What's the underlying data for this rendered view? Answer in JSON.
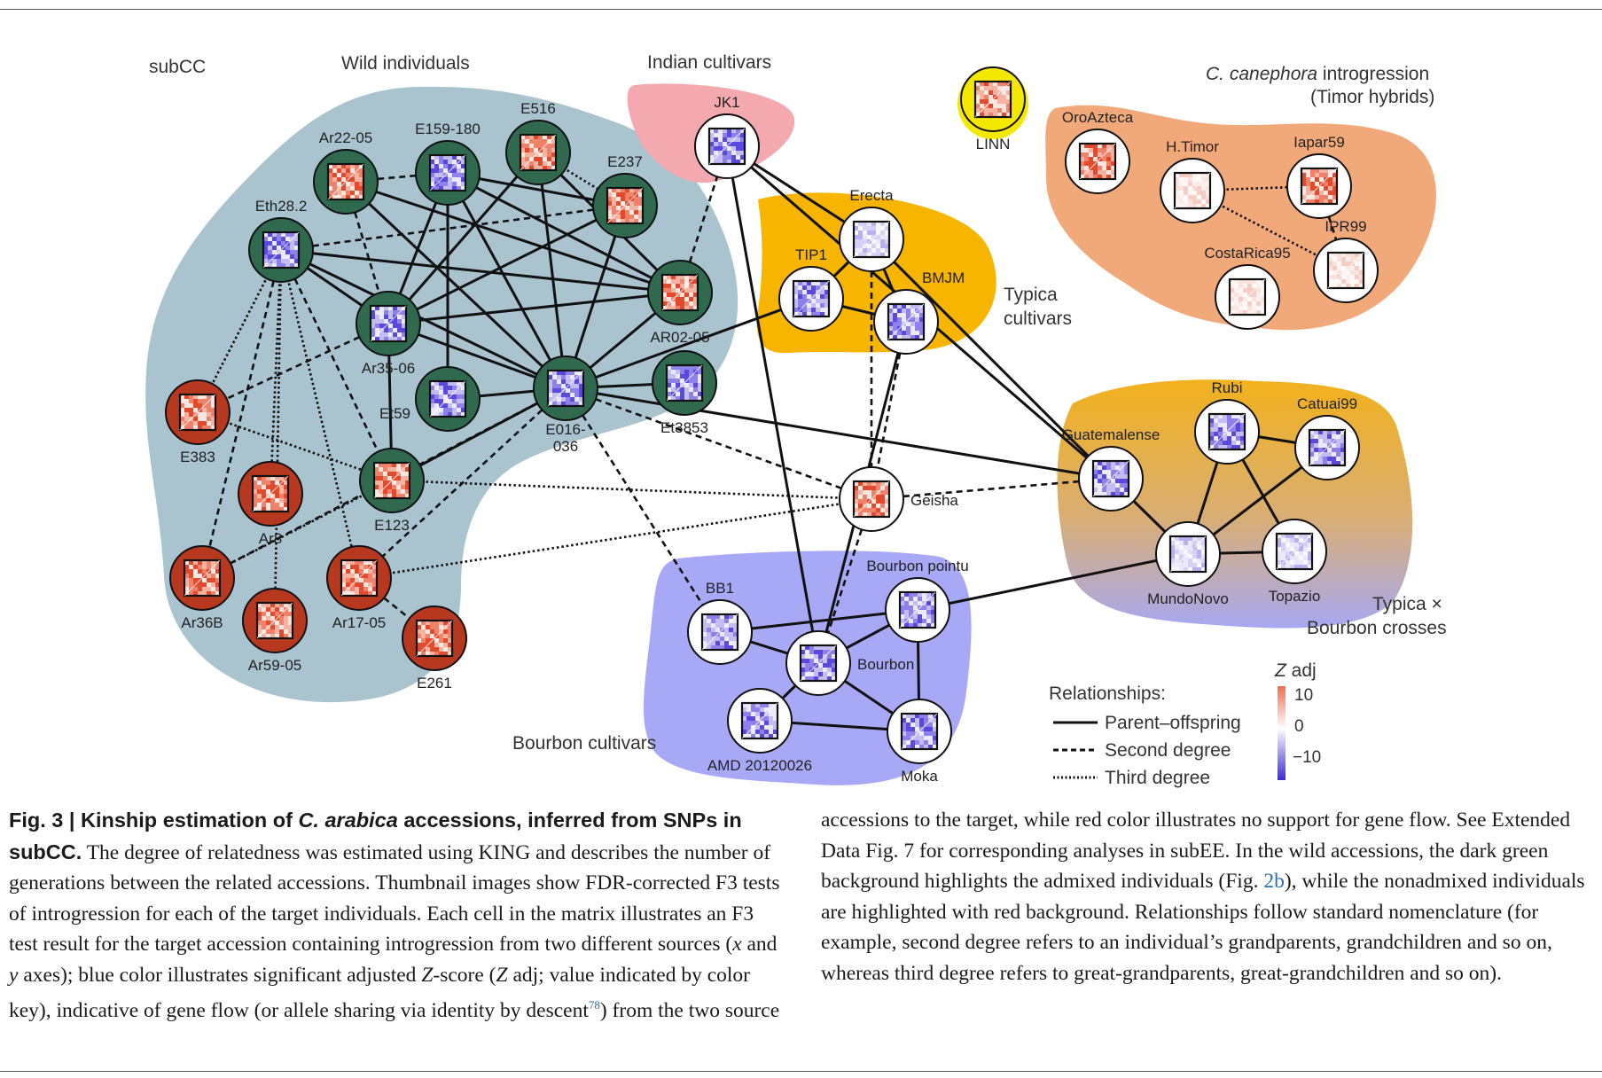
{
  "groups": {
    "subcc": "subCC",
    "wild": "Wild individuals",
    "indian": "Indian cultivars",
    "canephora_italic": "C. canephora",
    "canephora_rest": " introgression",
    "canephora_line2": "(Timor hybrids)",
    "typica_1": "Typica",
    "typica_2": "cultivars",
    "bourbon": "Bourbon cultivars",
    "crosses_1": "Typica ×",
    "crosses_2": "Bourbon crosses"
  },
  "nodes": [
    {
      "id": "E159-180",
      "label": "E159-180",
      "ring": "#2f6a4f",
      "matrix": "blue"
    },
    {
      "id": "E516",
      "label": "E516",
      "ring": "#2f6a4f",
      "matrix": "red"
    },
    {
      "id": "Ar22-05",
      "label": "Ar22-05",
      "ring": "#2f6a4f",
      "matrix": "red"
    },
    {
      "id": "E237",
      "label": "E237",
      "ring": "#2f6a4f",
      "matrix": "red"
    },
    {
      "id": "Eth28.2",
      "label": "Eth28.2",
      "ring": "#2f6a4f",
      "matrix": "blue"
    },
    {
      "id": "Ar35-06",
      "label": "Ar35-06",
      "ring": "#2f6a4f",
      "matrix": "blue"
    },
    {
      "id": "AR02-05",
      "label": "AR02-05",
      "ring": "#2f6a4f",
      "matrix": "red"
    },
    {
      "id": "Et59",
      "label": "Et59",
      "ring": "#2f6a4f",
      "matrix": "blue"
    },
    {
      "id": "E016",
      "label": "E016-\n036",
      "ring": "#2f6a4f",
      "matrix": "blue"
    },
    {
      "id": "Et3853",
      "label": "Et3853",
      "ring": "#2f6a4f",
      "matrix": "blue"
    },
    {
      "id": "E123",
      "label": "E123",
      "ring": "#2f6a4f",
      "matrix": "red"
    },
    {
      "id": "E383",
      "label": "E383",
      "ring": "#b5381f",
      "matrix": "red"
    },
    {
      "id": "Ar8",
      "label": "Ar8",
      "ring": "#b5381f",
      "matrix": "red"
    },
    {
      "id": "Ar36B",
      "label": "Ar36B",
      "ring": "#b5381f",
      "matrix": "red"
    },
    {
      "id": "Ar59-05",
      "label": "Ar59-05",
      "ring": "#b5381f",
      "matrix": "red"
    },
    {
      "id": "Ar17-05",
      "label": "Ar17-05",
      "ring": "#b5381f",
      "matrix": "red"
    },
    {
      "id": "E261",
      "label": "E261",
      "ring": "#b5381f",
      "matrix": "red"
    },
    {
      "id": "JK1",
      "label": "JK1",
      "ring": "#ffffff",
      "matrix": "blue"
    },
    {
      "id": "LINN",
      "label": "LINN",
      "ring": "#f5e800",
      "matrix": "red"
    },
    {
      "id": "OroAzteca",
      "label": "OroAzteca",
      "ring": "#ffffff",
      "matrix": "red"
    },
    {
      "id": "H.Timor",
      "label": "H.Timor",
      "ring": "#ffffff",
      "matrix": "pale"
    },
    {
      "id": "Iapar59",
      "label": "Iapar59",
      "ring": "#ffffff",
      "matrix": "red"
    },
    {
      "id": "CostaRica95",
      "label": "CostaRica95",
      "ring": "#ffffff",
      "matrix": "pale"
    },
    {
      "id": "IPR99",
      "label": "IPR99",
      "ring": "#ffffff",
      "matrix": "pale"
    },
    {
      "id": "Erecta",
      "label": "Erecta",
      "ring": "#ffffff",
      "matrix": "paleblue"
    },
    {
      "id": "TIP1",
      "label": "TIP1",
      "ring": "#ffffff",
      "matrix": "blue"
    },
    {
      "id": "BMJM",
      "label": "BMJM",
      "ring": "#ffffff",
      "matrix": "blue"
    },
    {
      "id": "Geisha",
      "label": "Geisha",
      "ring": "#ffffff",
      "matrix": "red"
    },
    {
      "id": "Guatemalense",
      "label": "Guatemalense",
      "ring": "#ffffff",
      "matrix": "blue"
    },
    {
      "id": "Rubi",
      "label": "Rubi",
      "ring": "#ffffff",
      "matrix": "blue"
    },
    {
      "id": "Catuai99",
      "label": "Catuai99",
      "ring": "#ffffff",
      "matrix": "blue"
    },
    {
      "id": "MundoNovo",
      "label": "MundoNovo",
      "ring": "#ffffff",
      "matrix": "paleblue"
    },
    {
      "id": "Topazio",
      "label": "Topazio",
      "ring": "#ffffff",
      "matrix": "paleblue"
    },
    {
      "id": "BB1",
      "label": "BB1",
      "ring": "#ffffff",
      "matrix": "blue"
    },
    {
      "id": "Bourbon pointu",
      "label": "Bourbon pointu",
      "ring": "#ffffff",
      "matrix": "blue"
    },
    {
      "id": "Bourbon",
      "label": "Bourbon",
      "ring": "#ffffff",
      "matrix": "blue"
    },
    {
      "id": "AMD 20120026",
      "label": "AMD 20120026",
      "ring": "#ffffff",
      "matrix": "blue"
    },
    {
      "id": "Moka",
      "label": "Moka",
      "ring": "#ffffff",
      "matrix": "blue"
    }
  ],
  "edges": [
    [
      "E159-180",
      "Ar35-06",
      "parent"
    ],
    [
      "E159-180",
      "E016",
      "parent"
    ],
    [
      "E159-180",
      "AR02-05",
      "parent"
    ],
    [
      "E159-180",
      "E237",
      "parent"
    ],
    [
      "E159-180",
      "Et59",
      "parent"
    ],
    [
      "E159-180",
      "Ar22-05",
      "second"
    ],
    [
      "E516",
      "Ar35-06",
      "parent"
    ],
    [
      "E516",
      "E016",
      "parent"
    ],
    [
      "E516",
      "AR02-05",
      "parent"
    ],
    [
      "E516",
      "E237",
      "third"
    ],
    [
      "Ar22-05",
      "E016",
      "parent"
    ],
    [
      "Ar22-05",
      "AR02-05",
      "parent"
    ],
    [
      "Ar22-05",
      "Ar35-06",
      "second"
    ],
    [
      "E237",
      "Ar35-06",
      "parent"
    ],
    [
      "E237",
      "E016",
      "parent"
    ],
    [
      "E237",
      "Eth28.2",
      "second"
    ],
    [
      "Eth28.2",
      "E016",
      "parent"
    ],
    [
      "Eth28.2",
      "AR02-05",
      "parent"
    ],
    [
      "Eth28.2",
      "Ar35-06",
      "parent"
    ],
    [
      "Eth28.2",
      "E383",
      "third"
    ],
    [
      "Eth28.2",
      "Ar8",
      "third"
    ],
    [
      "Eth28.2",
      "Ar36B",
      "second"
    ],
    [
      "Eth28.2",
      "Ar59-05",
      "third"
    ],
    [
      "Eth28.2",
      "E123",
      "second"
    ],
    [
      "Eth28.2",
      "Ar17-05",
      "third"
    ],
    [
      "Ar35-06",
      "AR02-05",
      "parent"
    ],
    [
      "Ar35-06",
      "E016",
      "parent"
    ],
    [
      "Ar35-06",
      "E383",
      "second"
    ],
    [
      "Ar35-06",
      "E123",
      "parent"
    ],
    [
      "Et59",
      "E016",
      "parent"
    ],
    [
      "AR02-05",
      "E016",
      "parent"
    ],
    [
      "Et3853",
      "E016",
      "parent"
    ],
    [
      "E016",
      "E123",
      "parent"
    ],
    [
      "E016",
      "Ar17-05",
      "second"
    ],
    [
      "E016",
      "Ar36B",
      "second"
    ],
    [
      "E016",
      "BB1",
      "second"
    ],
    [
      "E016",
      "Geisha",
      "second"
    ],
    [
      "E016",
      "TIP1",
      "parent"
    ],
    [
      "E016",
      "Guatemalense",
      "parent"
    ],
    [
      "E383",
      "E123",
      "third"
    ],
    [
      "Ar17-05",
      "E261",
      "second"
    ],
    [
      "E123",
      "Geisha",
      "third"
    ],
    [
      "Ar17-05",
      "Geisha",
      "third"
    ],
    [
      "E123",
      "Ar36B",
      "third"
    ],
    [
      "AR02-05",
      "JK1",
      "second"
    ],
    [
      "JK1",
      "Erecta",
      "parent"
    ],
    [
      "JK1",
      "Bourbon",
      "parent"
    ],
    [
      "JK1",
      "Guatemalense",
      "parent"
    ],
    [
      "TIP1",
      "Erecta",
      "parent"
    ],
    [
      "TIP1",
      "BMJM",
      "parent"
    ],
    [
      "Erecta",
      "BMJM",
      "parent"
    ],
    [
      "BMJM",
      "Bourbon",
      "parent"
    ],
    [
      "BMJM",
      "Geisha",
      "second"
    ],
    [
      "Erecta",
      "Geisha",
      "second"
    ],
    [
      "Geisha",
      "Guatemalense",
      "second"
    ],
    [
      "Erecta",
      "Guatemalense",
      "parent"
    ],
    [
      "Guatemalense",
      "MundoNovo",
      "parent"
    ],
    [
      "Rubi",
      "MundoNovo",
      "parent"
    ],
    [
      "Rubi",
      "Catuai99",
      "parent"
    ],
    [
      "Rubi",
      "Topazio",
      "parent"
    ],
    [
      "Catuai99",
      "MundoNovo",
      "parent"
    ],
    [
      "MundoNovo",
      "Topazio",
      "parent"
    ],
    [
      "MundoNovo",
      "Bourbon pointu",
      "parent"
    ],
    [
      "Geisha",
      "Bourbon",
      "second"
    ],
    [
      "BB1",
      "Bourbon pointu",
      "parent"
    ],
    [
      "BB1",
      "Bourbon",
      "parent"
    ],
    [
      "Bourbon",
      "Bourbon pointu",
      "parent"
    ],
    [
      "Bourbon",
      "AMD 20120026",
      "parent"
    ],
    [
      "Bourbon",
      "Moka",
      "parent"
    ],
    [
      "AMD 20120026",
      "Moka",
      "parent"
    ],
    [
      "Bourbon pointu",
      "Moka",
      "parent"
    ],
    [
      "H.Timor",
      "Iapar59",
      "third"
    ],
    [
      "H.Timor",
      "IPR99",
      "third"
    ],
    [
      "Iapar59",
      "IPR99",
      "second"
    ]
  ],
  "legend": {
    "title": "Relationships:",
    "items": [
      {
        "label": "Parent–offspring",
        "style": "parent"
      },
      {
        "label": "Second degree",
        "style": "second"
      },
      {
        "label": "Third degree",
        "style": "third"
      }
    ]
  },
  "colorkey": {
    "title_italic": "Z",
    "title_rest": " adj",
    "ticks": [
      "10",
      "0",
      "−10"
    ],
    "colors": [
      "#ef6e4f",
      "#ffffff",
      "#3c2bd6"
    ]
  },
  "caption": {
    "heading_a": "Fig. 3 | Kinship estimation of ",
    "heading_it": "C. arabica",
    "heading_b": " accessions, inferred from SNPs in",
    "heading_c": "subCC.",
    "col1_a": " The degree of relatedness was estimated using KING and describes the number of generations between the related accessions. Thumbnail images show FDR-corrected F3 tests of introgression for each of the target individuals. Each cell in the matrix illustrates an F3 test result for the target accession containing introgression from two different sources (",
    "col1_x": "x",
    "col1_and": " and ",
    "col1_y": "y",
    "col1_b": " axes); blue color illustrates significant adjusted ",
    "col1_z": "Z",
    "col1_c": "-score (",
    "col1_z2": "Z",
    "col1_d": " adj; value indicated by color key), indicative of gene flow (or allele sharing via identity by descent",
    "col1_sup": "78",
    "col1_e": ") from the two source",
    "col2_a": "accessions to the target, while red color illustrates no support for gene flow. See Extended Data Fig. 7 for corresponding analyses in subEE. In the wild accessions, the dark green background highlights the admixed individuals (Fig. ",
    "col2_ref": "2b",
    "col2_b": "), while the nonadmixed individuals are highlighted with red background. Relationships follow standard nomenclature (for example, second degree refers to an individual’s grandparents, grandchildren and so on, whereas third degree refers to great-grandparents, great-grandchildren and so on)."
  }
}
